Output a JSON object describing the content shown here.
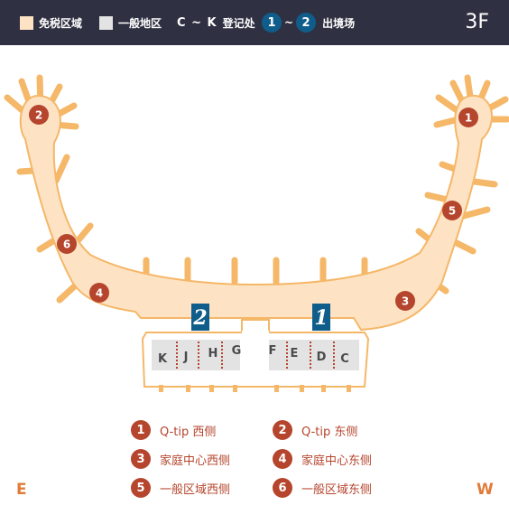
{
  "legend": {
    "duty_free": "免税区域",
    "general": "一般地区",
    "checkin_code": "C ~ K",
    "checkin": "登记处",
    "gate_from": "1",
    "tilde": "~",
    "gate_to": "2",
    "departure": "出境场"
  },
  "floor": "3F",
  "colors": {
    "header_bg": "#2f3142",
    "duty_free_fill": "#fde3c4",
    "duty_free_outline": "#f5b768",
    "general_fill": "#e3e3e3",
    "location_pin": "#b5452d",
    "gate_badge": "#0f5d8a"
  },
  "map": {
    "pins": [
      "1",
      "2",
      "3",
      "4",
      "5",
      "6"
    ],
    "gates": [
      "1",
      "2"
    ],
    "checkin_counters": [
      "K",
      "J",
      "H",
      "G",
      "F",
      "E",
      "D",
      "C"
    ]
  },
  "key": [
    {
      "num": "1",
      "label": "Q-tip 西侧"
    },
    {
      "num": "2",
      "label": "Q-tip 东侧"
    },
    {
      "num": "3",
      "label": "家庭中心西侧"
    },
    {
      "num": "4",
      "label": "家庭中心东侧"
    },
    {
      "num": "5",
      "label": "一般区域西侧"
    },
    {
      "num": "6",
      "label": "一般区域东侧"
    }
  ],
  "compass": {
    "left": "E",
    "right": "W"
  }
}
